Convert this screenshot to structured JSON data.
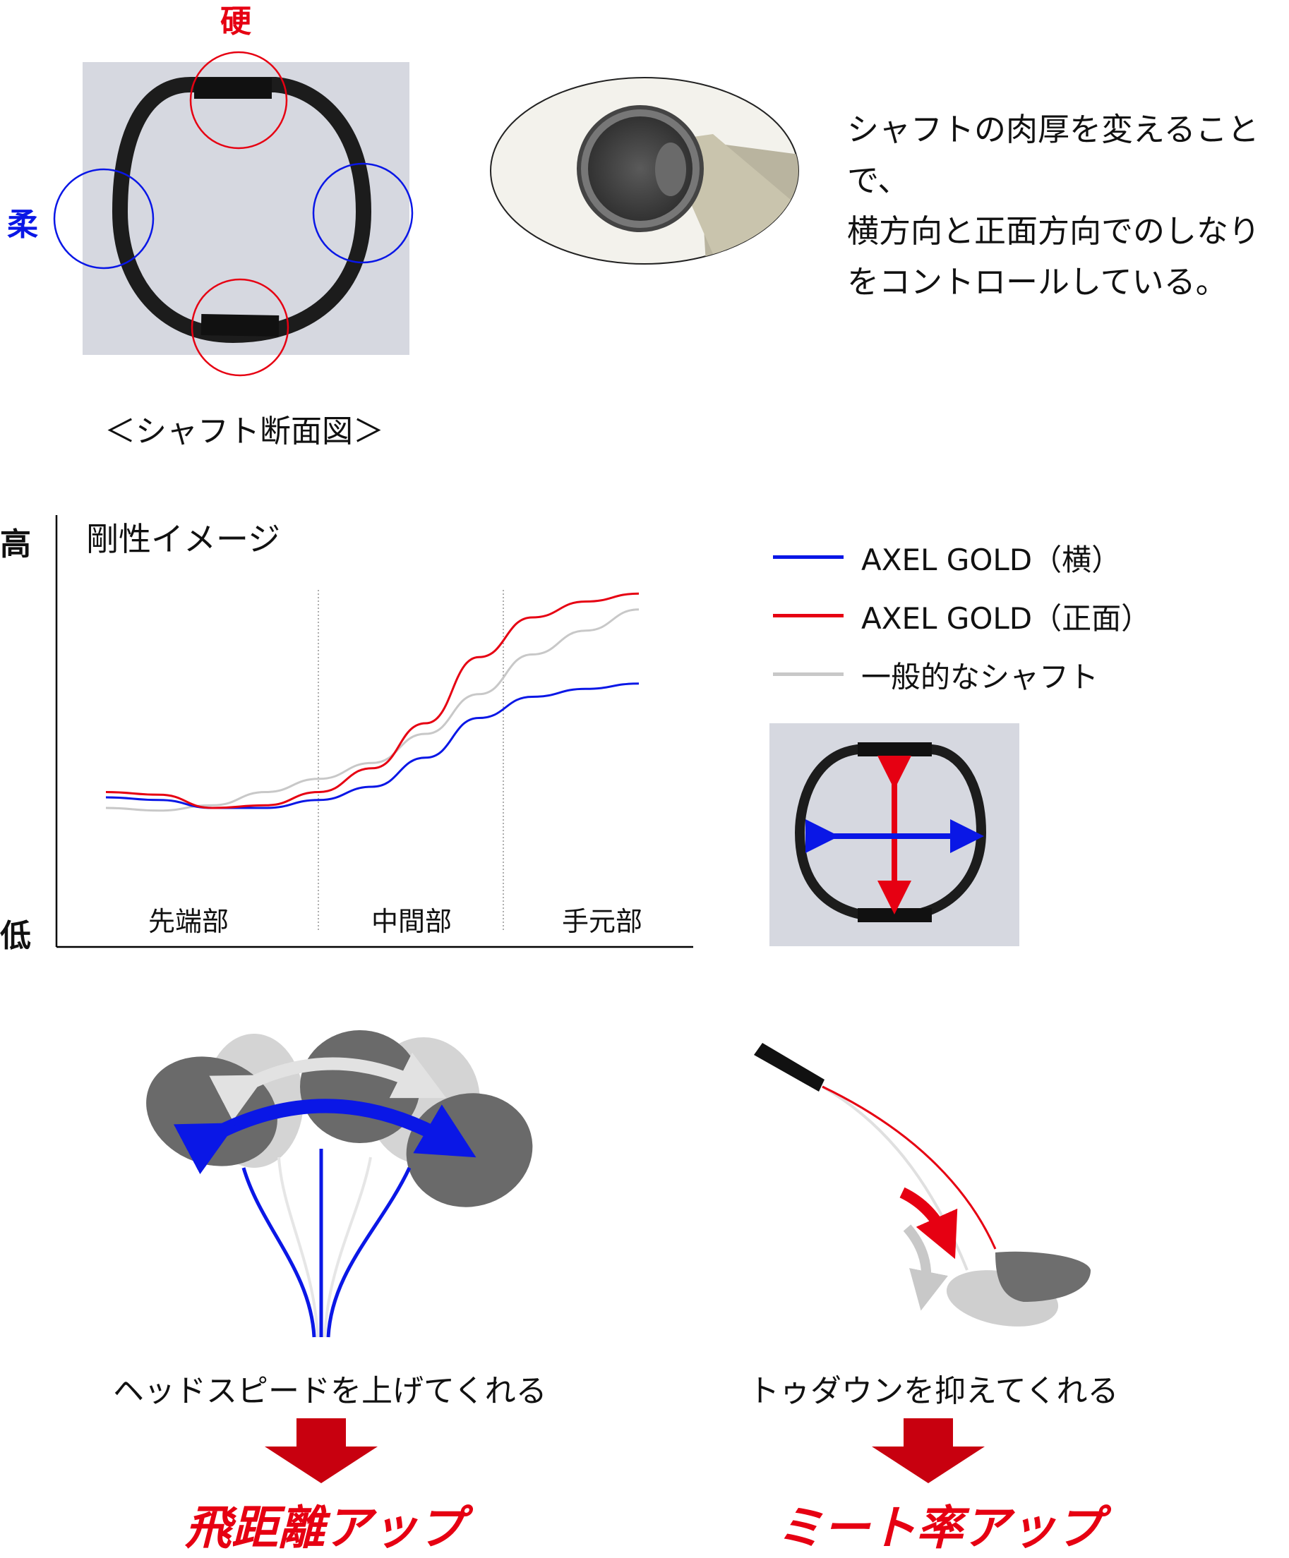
{
  "cross_section": {
    "label_hard": "硬",
    "label_soft": "柔",
    "caption": "＜シャフト断面図＞"
  },
  "description": {
    "line1": "シャフトの肉厚を変えることで、",
    "line2": "横方向と正面方向でのしなり",
    "line3": "をコントロールしている。"
  },
  "chart_data": {
    "type": "line",
    "title": "剛性イメージ",
    "y_high_label": "高",
    "y_low_label": "低",
    "categories": [
      "先端部",
      "中間部",
      "手元部"
    ],
    "x_range": [
      0,
      100
    ],
    "y_range": [
      0,
      100
    ],
    "grid": false,
    "legend_position": "right",
    "series": [
      {
        "name": "AXEL GOLD（横）",
        "color": "#0a17e6",
        "x": [
          0,
          10,
          20,
          30,
          40,
          50,
          60,
          70,
          80,
          90,
          100
        ],
        "y": [
          20,
          19,
          16,
          16,
          19,
          24,
          35,
          50,
          58,
          61,
          63
        ]
      },
      {
        "name": "AXEL GOLD（正面）",
        "color": "#e60012",
        "x": [
          0,
          10,
          20,
          30,
          40,
          50,
          60,
          70,
          80,
          90,
          100
        ],
        "y": [
          22,
          21,
          16,
          17,
          22,
          31,
          48,
          73,
          88,
          94,
          97
        ]
      },
      {
        "name": "一般的なシャフト",
        "color": "#c8c8c8",
        "x": [
          0,
          10,
          20,
          30,
          40,
          50,
          60,
          70,
          80,
          90,
          100
        ],
        "y": [
          16,
          15,
          17,
          22,
          27,
          33,
          44,
          59,
          74,
          83,
          91
        ]
      }
    ]
  },
  "bottom_left": {
    "caption": "ヘッドスピードを上げてくれる",
    "result": "飛距離アップ"
  },
  "bottom_right": {
    "caption": "トゥダウンを抑えてくれる",
    "result": "ミート率アップ"
  },
  "colors": {
    "red": "#e60012",
    "blue": "#0a17e6",
    "gray": "#c8c8c8",
    "dark_red_arrow": "#c8000f"
  }
}
